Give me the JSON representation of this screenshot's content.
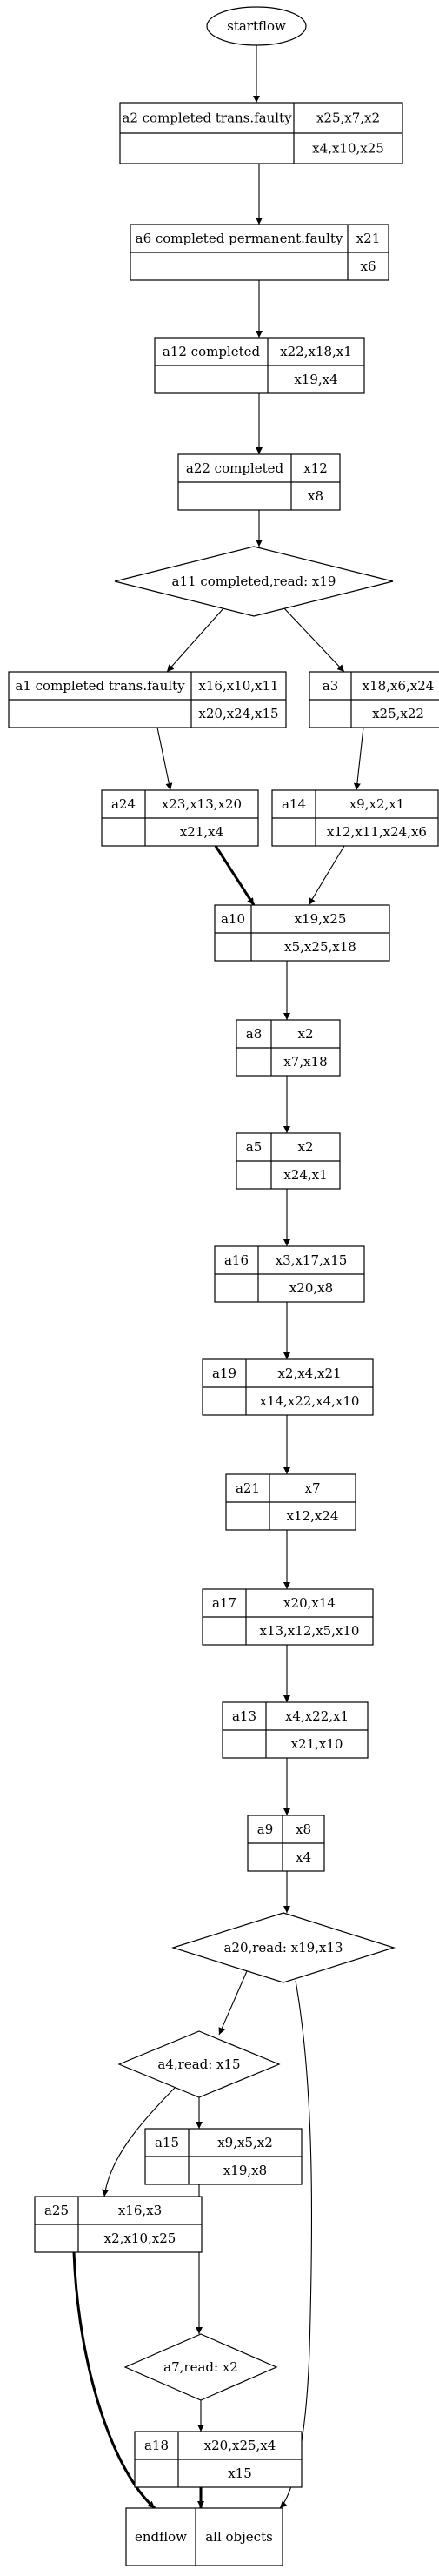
{
  "start": "startflow",
  "records": [
    {
      "id": "a2",
      "label": "a2 completed trans.faulty",
      "top": "x25,x7,x2",
      "bottom": "x4,x10,x25"
    },
    {
      "id": "a6",
      "label": "a6 completed permanent.faulty",
      "top": "x21",
      "bottom": "x6"
    },
    {
      "id": "a12",
      "label": "a12 completed",
      "top": "x22,x18,x1",
      "bottom": "x19,x4"
    },
    {
      "id": "a22",
      "label": "a22 completed",
      "top": "x12",
      "bottom": "x8"
    },
    {
      "id": "a1",
      "label": "a1 completed trans.faulty",
      "top": "x16,x10,x11",
      "bottom": "x20,x24,x15"
    },
    {
      "id": "a3",
      "label": "a3",
      "top": "x18,x6,x24",
      "bottom": "x25,x22"
    },
    {
      "id": "a24",
      "label": "a24",
      "top": "x23,x13,x20",
      "bottom": "x21,x4"
    },
    {
      "id": "a14",
      "label": "a14",
      "top": "x9,x2,x1",
      "bottom": "x12,x11,x24,x6"
    },
    {
      "id": "a10",
      "label": "a10",
      "top": "x19,x25",
      "bottom": "x5,x25,x18"
    },
    {
      "id": "a8",
      "label": "a8",
      "top": "x2",
      "bottom": "x7,x18"
    },
    {
      "id": "a5",
      "label": "a5",
      "top": "x2",
      "bottom": "x24,x1"
    },
    {
      "id": "a16",
      "label": "a16",
      "top": "x3,x17,x15",
      "bottom": "x20,x8"
    },
    {
      "id": "a19",
      "label": "a19",
      "top": "x2,x4,x21",
      "bottom": "x14,x22,x4,x10"
    },
    {
      "id": "a21",
      "label": "a21",
      "top": "x7",
      "bottom": "x12,x24"
    },
    {
      "id": "a17",
      "label": "a17",
      "top": "x20,x14",
      "bottom": "x13,x12,x5,x10"
    },
    {
      "id": "a13",
      "label": "a13",
      "top": "x4,x22,x1",
      "bottom": "x21,x10"
    },
    {
      "id": "a9",
      "label": "a9",
      "top": "x8",
      "bottom": "x4"
    },
    {
      "id": "a15",
      "label": "a15",
      "top": "x9,x5,x2",
      "bottom": "x19,x8"
    },
    {
      "id": "a25",
      "label": "a25",
      "top": "x16,x3",
      "bottom": "x2,x10,x25"
    },
    {
      "id": "a18",
      "label": "a18",
      "top": "x20,x25,x4",
      "bottom": "x15"
    }
  ],
  "decisions": [
    {
      "id": "a11",
      "label": "a11 completed,read: x19"
    },
    {
      "id": "a20",
      "label": "a20,read: x19,x13"
    },
    {
      "id": "a4",
      "label": "a4,read: x15"
    },
    {
      "id": "a7",
      "label": "a7,read: x2"
    }
  ],
  "end": {
    "left": "endflow",
    "right": "all objects"
  }
}
